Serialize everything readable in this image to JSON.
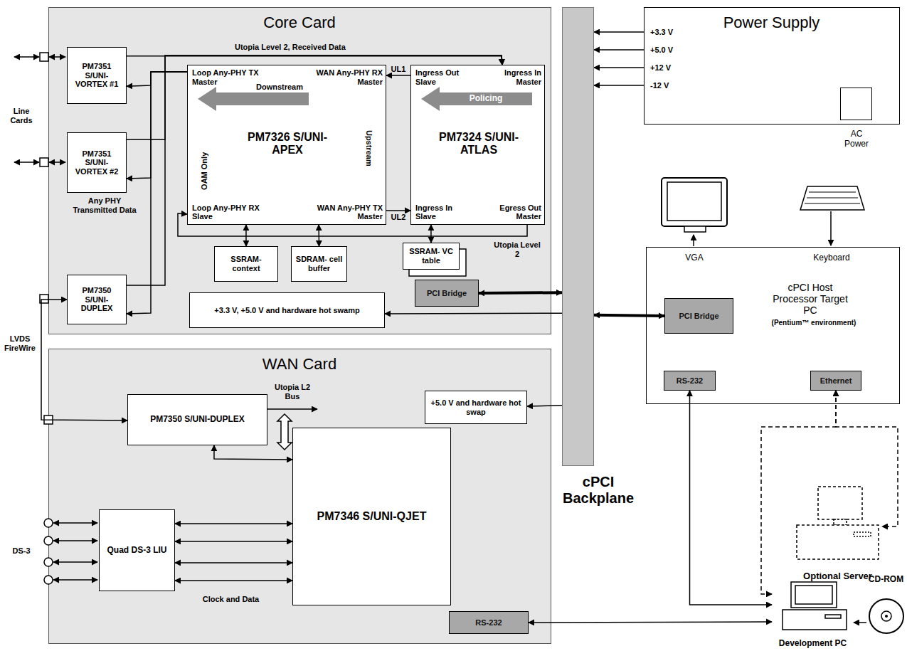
{
  "diagram": {
    "nodes": [
      {
        "text": [
          "Core Card"
        ]
      },
      {
        "text": [
          "PM7351 S/UNI- VORTEX #1"
        ],
        "in": 0
      },
      {
        "text": [
          "PM7351 S/UNI- VORTEX #2"
        ],
        "in": 0
      },
      {
        "text": [
          "Loop Any-PHY TX Master",
          "WAN Any-PHY RX Master",
          "Downstream",
          "OAM Only",
          "PM7326 S/UNI-APEX",
          "Upstream",
          "Loop Any-PHY RX Slave",
          "WAN Any-PHY TX Master"
        ],
        "in": 0
      },
      {
        "text": [
          "Ingress Out Slave",
          "Ingress In Master",
          "Policing",
          "PM7324 S/UNI-ATLAS",
          "Ingress In Slave",
          "Egress Out Master"
        ],
        "in": 0
      },
      {
        "text": [
          "SSRAM- context"
        ],
        "in": 0
      },
      {
        "text": [
          "SDRAM- cell buffer"
        ],
        "in": 0
      },
      {
        "text": [
          "SSRAM- VC table"
        ],
        "in": 0
      },
      {
        "text": [
          "PCI Bridge"
        ],
        "in": 0
      },
      {
        "text": [
          "+3.3 V, +5.0 V and hardware hot swamp"
        ],
        "in": 0
      },
      {
        "text": [
          "PM7350 S/UNI- DUPLEX"
        ],
        "in": 0
      },
      {
        "text": [
          "Power Supply",
          "+3.3 V",
          "+5.0 V",
          "+12 V",
          "-12 V"
        ]
      },
      {
        "text": [
          "AC Power"
        ],
        "in": 11
      },
      {
        "text": [
          "cPCI Backplane"
        ]
      },
      {
        "text": [
          "cPCI Host Processor Target PC",
          "(Pentium™ environment)",
          "VGA",
          "Keyboard"
        ]
      },
      {
        "text": [
          "PCI Bridge"
        ],
        "in": 14
      },
      {
        "text": [
          "RS-232"
        ],
        "in": 14
      },
      {
        "text": [
          "Ethernet"
        ],
        "in": 14
      },
      {
        "text": [
          "WAN Card"
        ]
      },
      {
        "text": [
          "PM7350 S/UNI-DUPLEX"
        ],
        "in": 18
      },
      {
        "text": [
          "PM7346 S/UNI-QJET"
        ],
        "in": 18
      },
      {
        "text": [
          "Quad DS-3 LIU"
        ],
        "in": 18
      },
      {
        "text": [
          "+5.0 V and hardware hot swap"
        ],
        "in": 18
      },
      {
        "text": [
          "RS-232"
        ],
        "in": 18
      },
      {
        "text": [
          "Optional Server"
        ]
      },
      {
        "text": [
          "Development PC"
        ]
      },
      {
        "text": [
          "CD-ROM"
        ]
      }
    ],
    "edges": [
      {
        "from": 4,
        "to": 3,
        "label": "UL1",
        "arrow": "to"
      },
      {
        "from": 3,
        "to": 4,
        "label": "UL2",
        "arrow": "to"
      },
      {
        "from": 1,
        "to": 4,
        "arrow": "to"
      },
      {
        "from": 2,
        "to": 4,
        "arrow": "to"
      },
      {
        "from": 10,
        "to": 4,
        "arrow": "to"
      },
      {
        "from": 3,
        "to": 1,
        "arrow": "to"
      },
      {
        "from": 3,
        "to": 2,
        "arrow": "to"
      },
      {
        "from": 3,
        "to": 10,
        "arrow": "to"
      },
      {
        "from": 4,
        "to": 3,
        "arrow": "to"
      },
      {
        "from": 3,
        "to": 5,
        "arrow": "both"
      },
      {
        "from": 3,
        "to": 6,
        "arrow": "both"
      },
      {
        "from": 4,
        "to": 7,
        "arrow": "both"
      },
      {
        "from": 8,
        "to": 13,
        "arrow": "both"
      },
      {
        "from": 13,
        "to": 9,
        "arrow": "to"
      },
      {
        "from": 11,
        "to": 13,
        "arrow": "to"
      },
      {
        "from": 11,
        "to": 13,
        "arrow": "to"
      },
      {
        "from": 11,
        "to": 13,
        "arrow": "to"
      },
      {
        "from": 11,
        "to": 13,
        "arrow": "to"
      },
      {
        "from": 15,
        "to": 13,
        "arrow": "both"
      },
      {
        "from": 13,
        "to": 22,
        "arrow": "to"
      },
      {
        "from": 10,
        "to": 19,
        "arrow": "both"
      },
      {
        "from": 19,
        "to": 20,
        "arrow": "both"
      },
      {
        "from": 21,
        "to": 20,
        "arrow": "both"
      },
      {
        "from": 21,
        "to": 20,
        "arrow": "both"
      },
      {
        "from": 21,
        "to": 20,
        "arrow": "both"
      },
      {
        "from": 21,
        "to": 20,
        "arrow": "both"
      },
      {
        "from": 16,
        "to": 25,
        "arrow": "both"
      },
      {
        "from": 23,
        "to": 25,
        "arrow": "both"
      },
      {
        "from": 17,
        "to": 24,
        "arrow": "both"
      },
      {
        "from": 17,
        "to": 25,
        "arrow": "both"
      },
      {
        "from": 26,
        "to": 25,
        "arrow": "to"
      }
    ],
    "labels": [
      "Utopia Level 2, Received Data",
      "Line Cards",
      "Any PHY Transmitted Data",
      "Utopia Level 2",
      "LVDS FireWire",
      "Utopia L2 Bus",
      "DS-3",
      "Clock and Data"
    ]
  }
}
